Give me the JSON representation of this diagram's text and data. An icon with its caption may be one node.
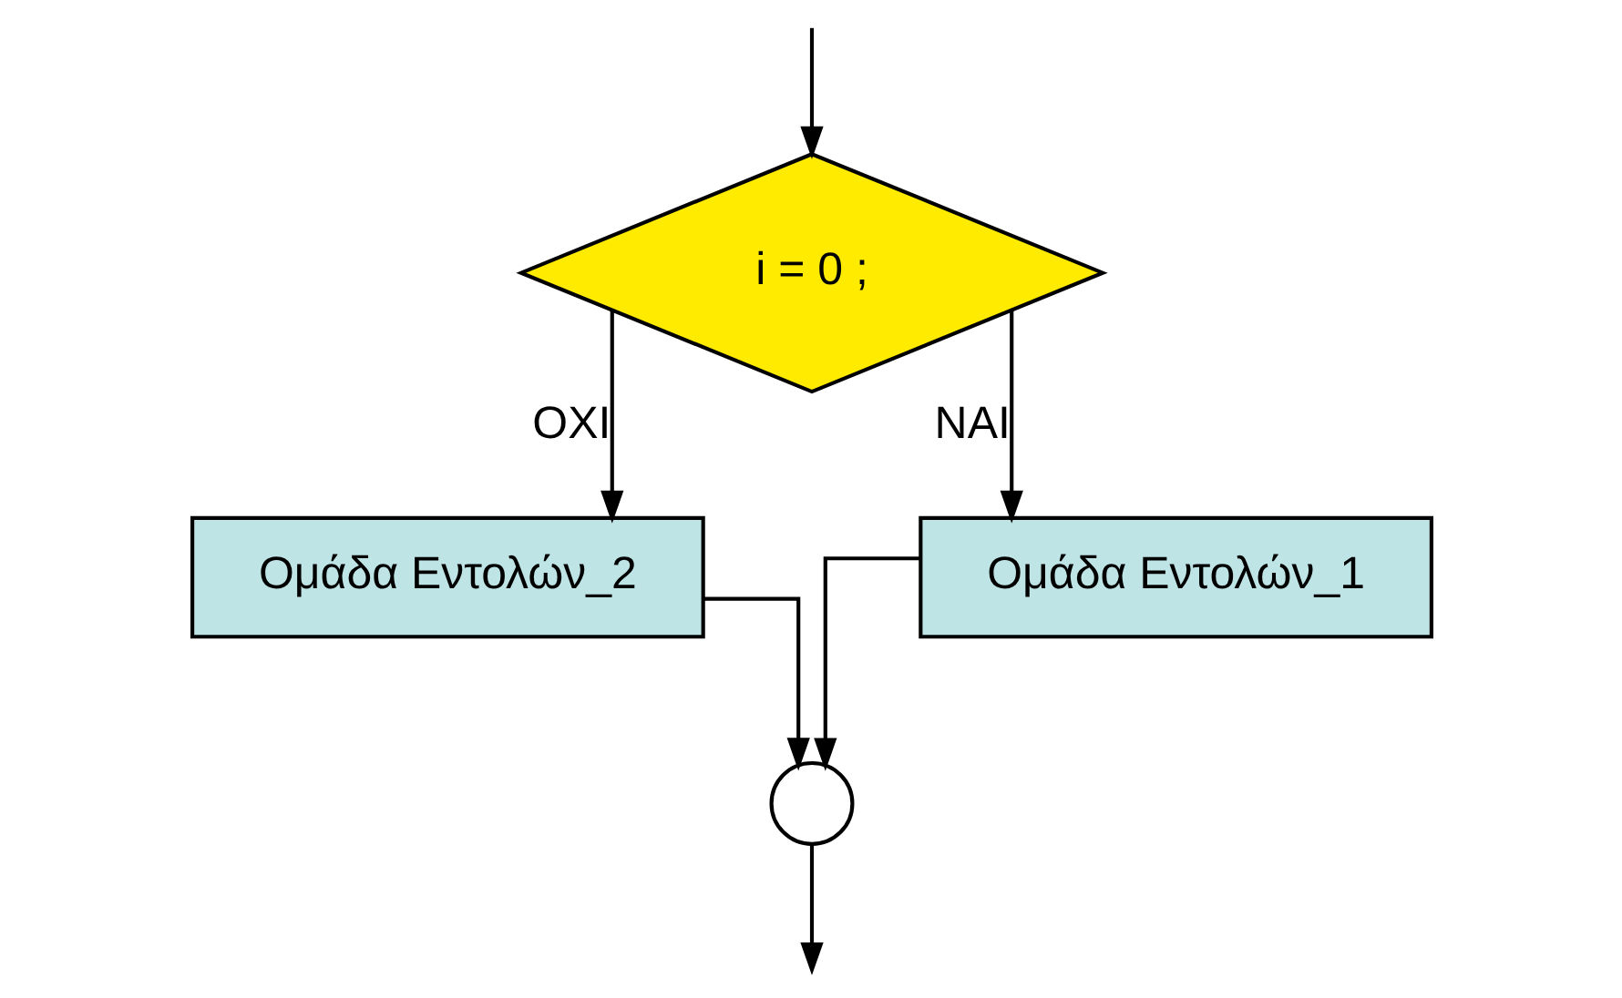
{
  "diagram": {
    "nodes": [
      {
        "text": [
          "i = 0 ;"
        ]
      },
      {
        "text": [
          "Ομάδα Εντολών_2"
        ]
      },
      {
        "text": [
          "Ομάδα Εντολών_1"
        ]
      },
      {
        "text": [],
        "shape": "circle"
      }
    ],
    "edges": [
      {
        "from": null,
        "to": 0,
        "arrow": "to"
      },
      {
        "from": 0,
        "to": 2,
        "arrow": "to",
        "label": "ΝΑΙ"
      },
      {
        "from": 0,
        "to": 1,
        "arrow": "to",
        "label": "ΟΧΙ"
      },
      {
        "from": 1,
        "to": 3,
        "arrow": "to"
      },
      {
        "from": 2,
        "to": 3,
        "arrow": "to"
      },
      {
        "from": 3,
        "to": null,
        "arrow": "to"
      }
    ]
  }
}
